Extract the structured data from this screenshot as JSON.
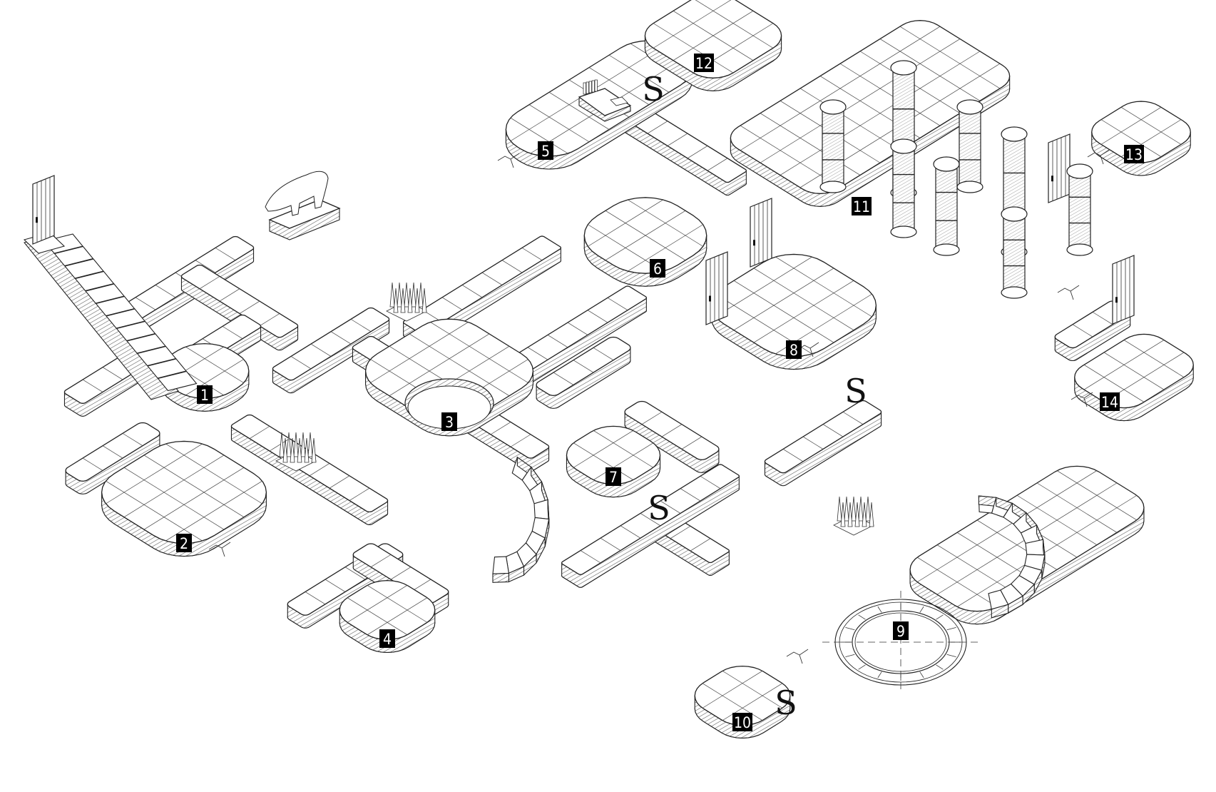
{
  "map": {
    "title": "Isometric dungeon map",
    "style": "hand-drawn isometric line art",
    "rooms": [
      {
        "id": "1",
        "label": "1",
        "features": [
          "junction"
        ]
      },
      {
        "id": "2",
        "label": "2",
        "features": [
          "cracked floor"
        ]
      },
      {
        "id": "3",
        "label": "3",
        "features": [
          "central pit",
          "spiral stair down"
        ]
      },
      {
        "id": "4",
        "label": "4",
        "features": []
      },
      {
        "id": "5",
        "label": "5",
        "features": [
          "desk with books",
          "cracked floor"
        ]
      },
      {
        "id": "6",
        "label": "6",
        "features": [
          "door"
        ]
      },
      {
        "id": "7",
        "label": "7",
        "features": [
          "secret door"
        ]
      },
      {
        "id": "8",
        "label": "8",
        "features": [
          "secret door",
          "cracked floor"
        ]
      },
      {
        "id": "9",
        "label": "9",
        "features": [
          "summoning circle",
          "spiral stair"
        ]
      },
      {
        "id": "10",
        "label": "10",
        "features": []
      },
      {
        "id": "11",
        "label": "11",
        "features": [
          "pillared hall",
          "9 pillars"
        ]
      },
      {
        "id": "12",
        "label": "12",
        "features": [
          "secret door"
        ]
      },
      {
        "id": "13",
        "label": "13",
        "features": [
          "door",
          "cracked floor"
        ]
      },
      {
        "id": "14",
        "label": "14",
        "features": [
          "cracked floor"
        ]
      }
    ],
    "secret_door_symbol": "S",
    "secret_doors": [
      "S",
      "S",
      "S",
      "S"
    ],
    "entrance": {
      "feature": "door at top of staircase"
    },
    "statue": {
      "feature": "boar statue on plinth"
    },
    "traps": [
      "spike trap",
      "spike trap",
      "spike trap"
    ],
    "doors_count": 5,
    "pillars_count": 9,
    "colors": {
      "ink": "#222222",
      "paper": "#ffffff",
      "label_bg": "#000000",
      "label_text": "#ffffff"
    }
  }
}
